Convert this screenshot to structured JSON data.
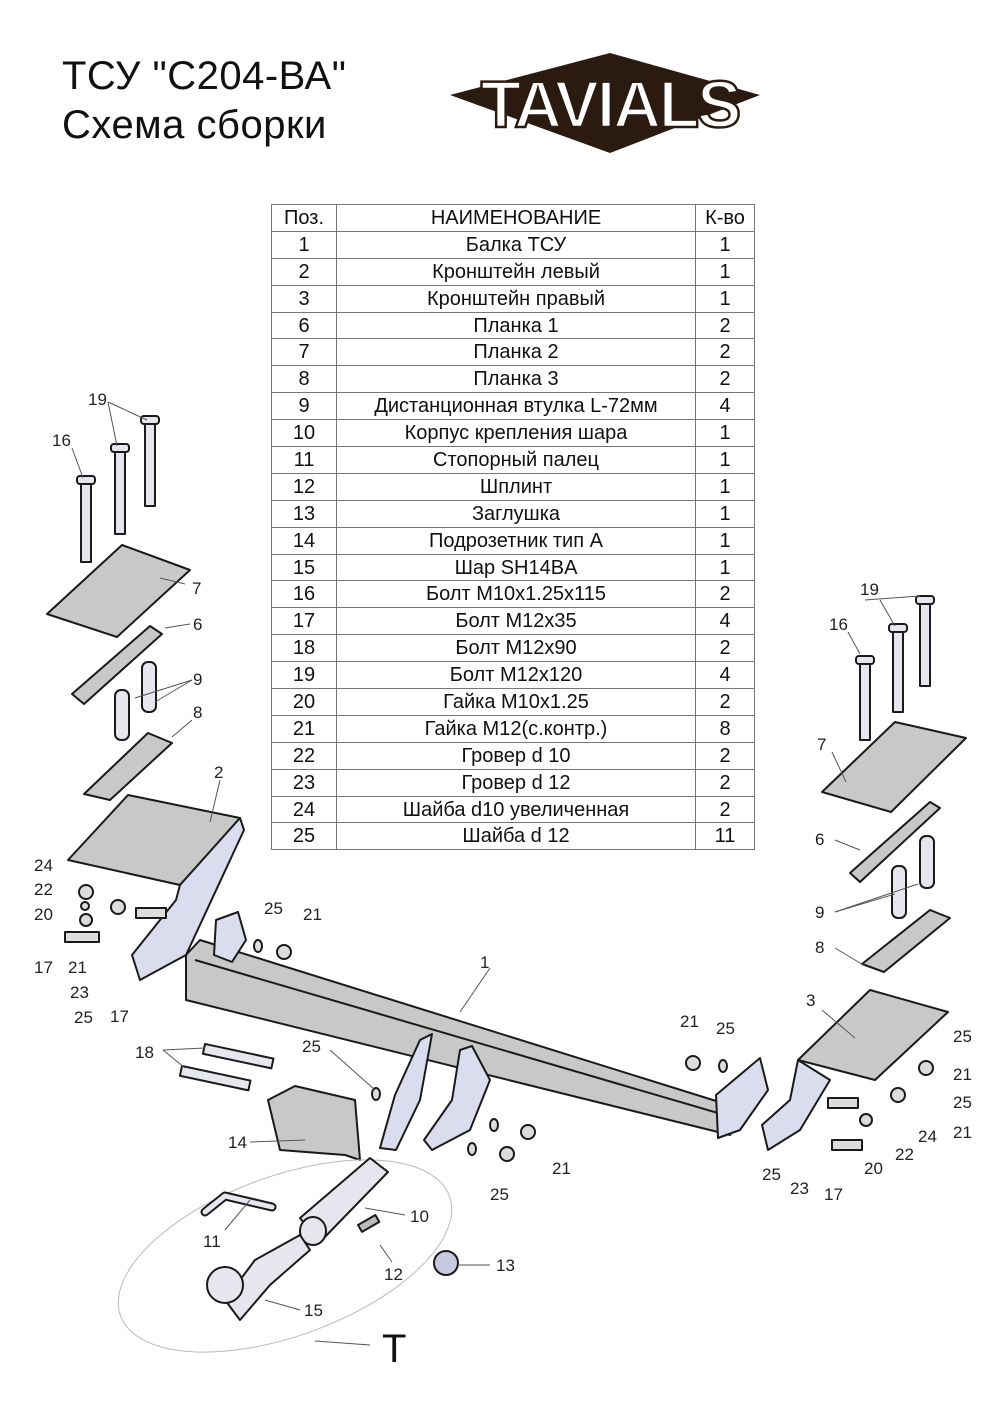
{
  "header": {
    "title_line1": "ТСУ  \"С204-ВА\"",
    "title_line2": "Схема сборки",
    "logo_text": "TAVIALS"
  },
  "colors": {
    "plate_fill": "#c8c8c8",
    "bracket_side_fill": "#dcdcef",
    "outline": "#1a1a1a",
    "logo_dark": "#2a1a10"
  },
  "table": {
    "headers": {
      "pos": "Поз.",
      "name": "НАИМЕНОВАНИЕ",
      "qty": "К-во"
    },
    "rows": [
      {
        "pos": "1",
        "name": "Балка ТСУ",
        "qty": "1"
      },
      {
        "pos": "2",
        "name": "Кронштейн левый",
        "qty": "1"
      },
      {
        "pos": "3",
        "name": "Кронштейн правый",
        "qty": "1"
      },
      {
        "pos": "6",
        "name": "Планка 1",
        "qty": "2"
      },
      {
        "pos": "7",
        "name": "Планка 2",
        "qty": "2"
      },
      {
        "pos": "8",
        "name": "Планка 3",
        "qty": "2"
      },
      {
        "pos": "9",
        "name": "Дистанционная втулка L-72мм",
        "qty": "4"
      },
      {
        "pos": "10",
        "name": "Корпус крепления шара",
        "qty": "1"
      },
      {
        "pos": "11",
        "name": "Стопорный палец",
        "qty": "1"
      },
      {
        "pos": "12",
        "name": "Шплинт",
        "qty": "1"
      },
      {
        "pos": "13",
        "name": "Заглушка",
        "qty": "1"
      },
      {
        "pos": "14",
        "name": "Подрозетник тип А",
        "qty": "1"
      },
      {
        "pos": "15",
        "name": "Шар SH14BA",
        "qty": "1"
      },
      {
        "pos": "16",
        "name": "Болт М10х1.25х115",
        "qty": "2"
      },
      {
        "pos": "17",
        "name": "Болт М12х35",
        "qty": "4"
      },
      {
        "pos": "18",
        "name": "Болт М12х90",
        "qty": "2"
      },
      {
        "pos": "19",
        "name": "Болт М12х120",
        "qty": "4"
      },
      {
        "pos": "20",
        "name": "Гайка  М10х1.25",
        "qty": "2"
      },
      {
        "pos": "21",
        "name": "Гайка М12(с.контр.)",
        "qty": "8"
      },
      {
        "pos": "22",
        "name": "Гровер d 10",
        "qty": "2"
      },
      {
        "pos": "23",
        "name": "Гровер d 12",
        "qty": "2"
      },
      {
        "pos": "24",
        "name": "Шайба d10 увеличенная",
        "qty": "2"
      },
      {
        "pos": "25",
        "name": "Шайба d 12",
        "qty": "11"
      }
    ]
  },
  "callouts": {
    "left": [
      "19",
      "16",
      "7",
      "6",
      "9",
      "8",
      "2",
      "24",
      "22",
      "20",
      "17",
      "21",
      "23",
      "25",
      "17"
    ],
    "beam": [
      "25",
      "21",
      "1",
      "21",
      "25",
      "25",
      "21",
      "25"
    ],
    "right": [
      "19",
      "16",
      "7",
      "6",
      "9",
      "8",
      "3",
      "25",
      "21",
      "25",
      "21",
      "24",
      "22",
      "20",
      "17",
      "23",
      "25"
    ],
    "bottom": [
      "18",
      "14",
      "11",
      "10",
      "12",
      "13",
      "15"
    ],
    "group_label": "T"
  }
}
